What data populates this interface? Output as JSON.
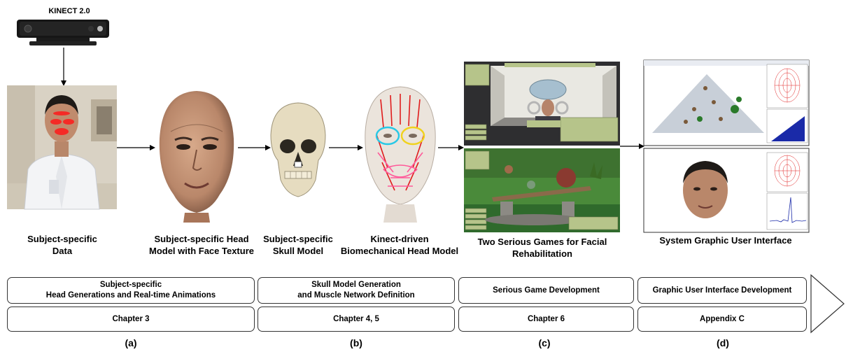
{
  "kinect_label": "KINECT 2.0",
  "stages": {
    "a_label": "Subject-specific\nData",
    "head_label": "Subject-specific Head\nModel with Face Texture",
    "skull_label": "Subject-specific\nSkull Model",
    "bio_label": "Kinect-driven\nBiomechanical Head Model",
    "games_label": "Two Serious Games for Facial\nRehabilitation",
    "gui_label": "System Graphic User Interface"
  },
  "boxes": {
    "a_top": "Subject-specific\nHead Generations and Real-time Animations",
    "a_bottom": "Chapter 3",
    "b_top": "Skull Model Generation\nand Muscle Network Definition",
    "b_bottom": "Chapter 4, 5",
    "c_top": "Serious Game Development",
    "c_bottom": "Chapter 6",
    "d_top": "Graphic User Interface Development",
    "d_bottom": "Appendix C"
  },
  "letters": [
    "(a)",
    "(b)",
    "(c)",
    "(d)"
  ],
  "colors": {
    "skin": "#c79a7c",
    "skull": "#e6dcc0",
    "muscle_red": "#e01c1c",
    "muscle_pink": "#ff5a9a",
    "eye_cyan": "#28c8e6",
    "eye_yellow": "#f0d21e",
    "game_bg_dark": "#2e2e30",
    "game_panel": "#b6c48a",
    "gui_grid_red": "#e02020",
    "gui_blue": "#1a2aa8"
  }
}
